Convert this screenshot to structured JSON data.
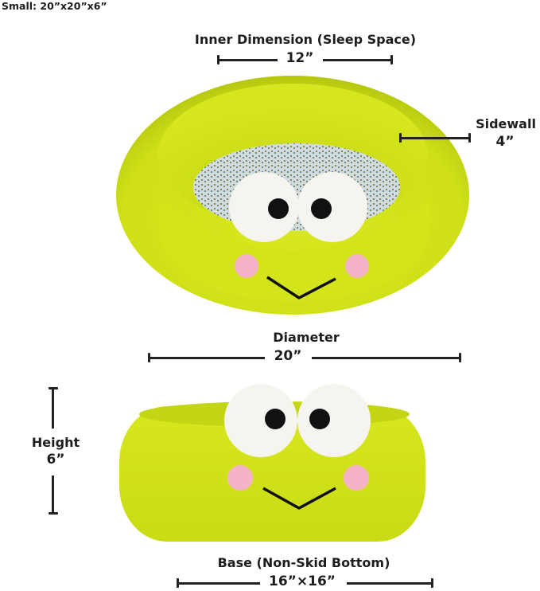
{
  "header": {
    "size_label": "Small: 20”x20”x6”"
  },
  "dimensions": {
    "inner": {
      "title": "Inner Dimension (Sleep Space)",
      "value": "12”"
    },
    "sidewall": {
      "title": "Sidewall",
      "value": "4”"
    },
    "diameter": {
      "title": "Diameter",
      "value": "20”"
    },
    "height": {
      "title": "Height",
      "value": "6”"
    },
    "base": {
      "title": "Base (Non-Skid Bottom)",
      "value": "16”×16”"
    }
  },
  "product": {
    "name": "frog-face-pet-bed",
    "colors": {
      "body": "#d4e41a",
      "body_shadow": "#b9cc12",
      "eye_white": "#f6f4ee",
      "pupil": "#111111",
      "cheek": "#f4b3c6",
      "mouth": "#111111",
      "cushion": "#c9d6dc"
    }
  }
}
